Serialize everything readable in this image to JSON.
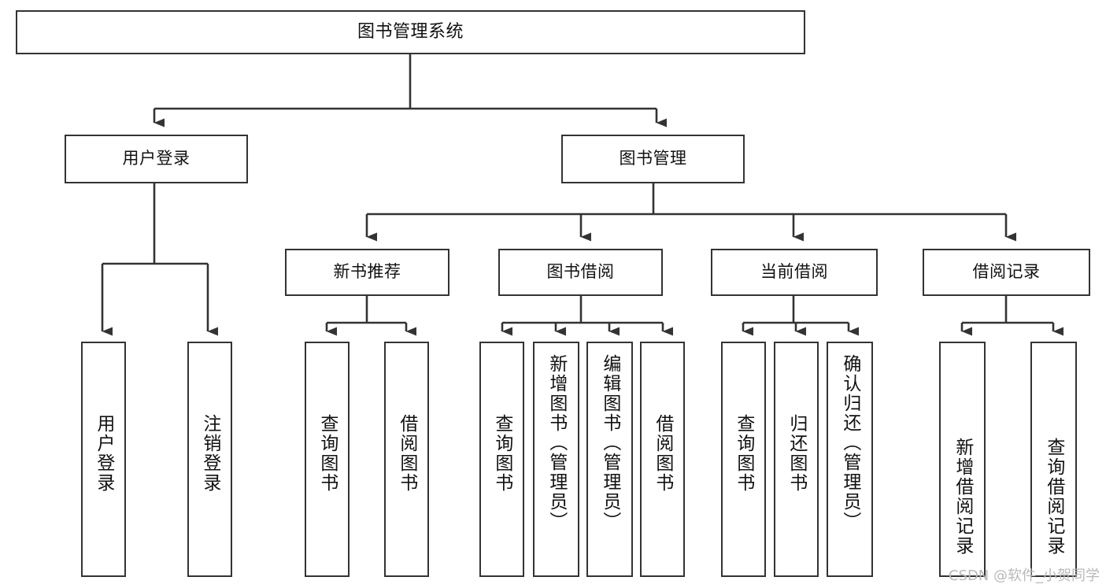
{
  "diagram": {
    "title": "图书管理系统",
    "type": "tree-functional-structure",
    "watermark": "CSDN @软件_小贺同学",
    "colors": {
      "box_border": "#333333",
      "box_fill": "#ffffff",
      "connector": "#333333",
      "text": "#111111",
      "watermark": "#b9b9b9",
      "background": "#ffffff"
    },
    "levels": {
      "root": {
        "label": "图书管理系统"
      },
      "level2": [
        {
          "id": "user-login",
          "label": "用户登录"
        },
        {
          "id": "book-manage",
          "label": "图书管理"
        }
      ],
      "level3": [
        {
          "id": "new-book-recommend",
          "label": "新书推荐",
          "parent": "book-manage"
        },
        {
          "id": "book-borrow",
          "label": "图书借阅",
          "parent": "book-manage"
        },
        {
          "id": "current-borrow",
          "label": "当前借阅",
          "parent": "book-manage"
        },
        {
          "id": "borrow-record",
          "label": "借阅记录",
          "parent": "book-manage"
        }
      ],
      "leaves": {
        "user-login": [
          {
            "id": "leaf-user-login",
            "label": "用户登录"
          },
          {
            "id": "leaf-user-logout",
            "label": "注销登录"
          }
        ],
        "new-book-recommend": [
          {
            "id": "leaf-query-book-1",
            "label": "查询图书"
          },
          {
            "id": "leaf-borrow-book-1",
            "label": "借阅图书"
          }
        ],
        "book-borrow": [
          {
            "id": "leaf-query-book-2",
            "label": "查询图书"
          },
          {
            "id": "leaf-add-book",
            "label": "新增图书（管理员）"
          },
          {
            "id": "leaf-edit-book",
            "label": "编辑图书（管理员）"
          },
          {
            "id": "leaf-borrow-book-2",
            "label": "借阅图书"
          }
        ],
        "current-borrow": [
          {
            "id": "leaf-query-book-3",
            "label": "查询图书"
          },
          {
            "id": "leaf-return-book",
            "label": "归还图书"
          },
          {
            "id": "leaf-confirm-return",
            "label": "确认归还（管理员）"
          }
        ],
        "borrow-record": [
          {
            "id": "leaf-add-record",
            "label": "新增借阅记录"
          },
          {
            "id": "leaf-query-record",
            "label": "查询借阅记录"
          }
        ]
      }
    }
  }
}
